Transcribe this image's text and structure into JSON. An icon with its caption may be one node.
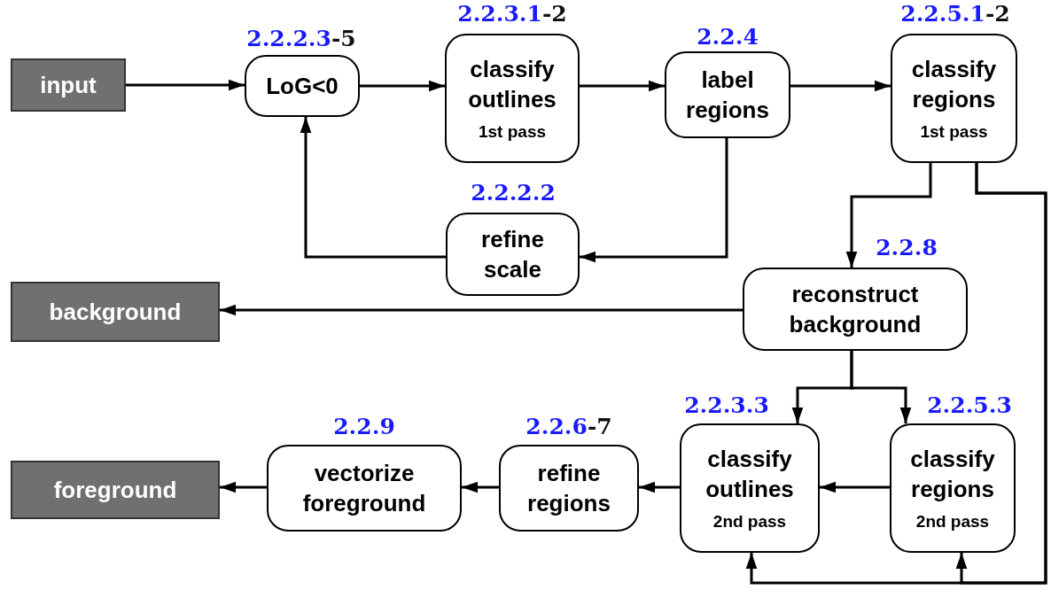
{
  "diagram": {
    "nodes": [
      {
        "text": [
          "input"
        ]
      },
      {
        "text": [
          "LoG<0"
        ],
        "beside": [
          "2.2.2.3",
          "-5"
        ]
      },
      {
        "text": [
          "classify outlines",
          "1st pass"
        ],
        "beside": [
          "2.2.3.1",
          "-2"
        ]
      },
      {
        "text": [
          "label regions"
        ],
        "beside": [
          "2.2.4"
        ]
      },
      {
        "text": [
          "classify regions",
          "1st pass"
        ],
        "beside": [
          "2.2.5.1",
          "-2"
        ]
      },
      {
        "text": [
          "refine scale"
        ],
        "beside": [
          "2.2.2.2"
        ]
      },
      {
        "text": [
          "background"
        ]
      },
      {
        "text": [
          "reconstruct background"
        ],
        "beside": [
          "2.2.8"
        ]
      },
      {
        "text": [
          "foreground"
        ]
      },
      {
        "text": [
          "vectorize foreground"
        ],
        "beside": [
          "2.2.9"
        ]
      },
      {
        "text": [
          "refine regions"
        ],
        "beside": [
          "2.2.6",
          "-7"
        ]
      },
      {
        "text": [
          "classify outlines",
          "2nd pass"
        ],
        "beside": [
          "2.2.3.3"
        ]
      },
      {
        "text": [
          "classify regions",
          "2nd pass"
        ],
        "beside": [
          "2.2.5.3"
        ]
      }
    ],
    "edges": [
      {
        "from": 0,
        "to": 1,
        "arrow": "to"
      },
      {
        "from": 1,
        "to": 2,
        "arrow": "to"
      },
      {
        "from": 2,
        "to": 3,
        "arrow": "to"
      },
      {
        "from": 3,
        "to": 4,
        "arrow": "to"
      },
      {
        "from": 3,
        "to": 5,
        "arrow": "to"
      },
      {
        "from": 5,
        "to": 1,
        "arrow": "to"
      },
      {
        "from": 4,
        "to": 7,
        "arrow": "to"
      },
      {
        "from": 4,
        "to": 11,
        "arrow": "to"
      },
      {
        "from": 4,
        "to": 12,
        "arrow": "to"
      },
      {
        "from": 7,
        "to": 6,
        "arrow": "to"
      },
      {
        "from": 7,
        "to": 11,
        "arrow": "to"
      },
      {
        "from": 7,
        "to": 12,
        "arrow": "to"
      },
      {
        "from": 12,
        "to": 11,
        "arrow": "to"
      },
      {
        "from": 11,
        "to": 10,
        "arrow": "to"
      },
      {
        "from": 10,
        "to": 9,
        "arrow": "to"
      },
      {
        "from": 9,
        "to": 8,
        "arrow": "to"
      }
    ]
  }
}
